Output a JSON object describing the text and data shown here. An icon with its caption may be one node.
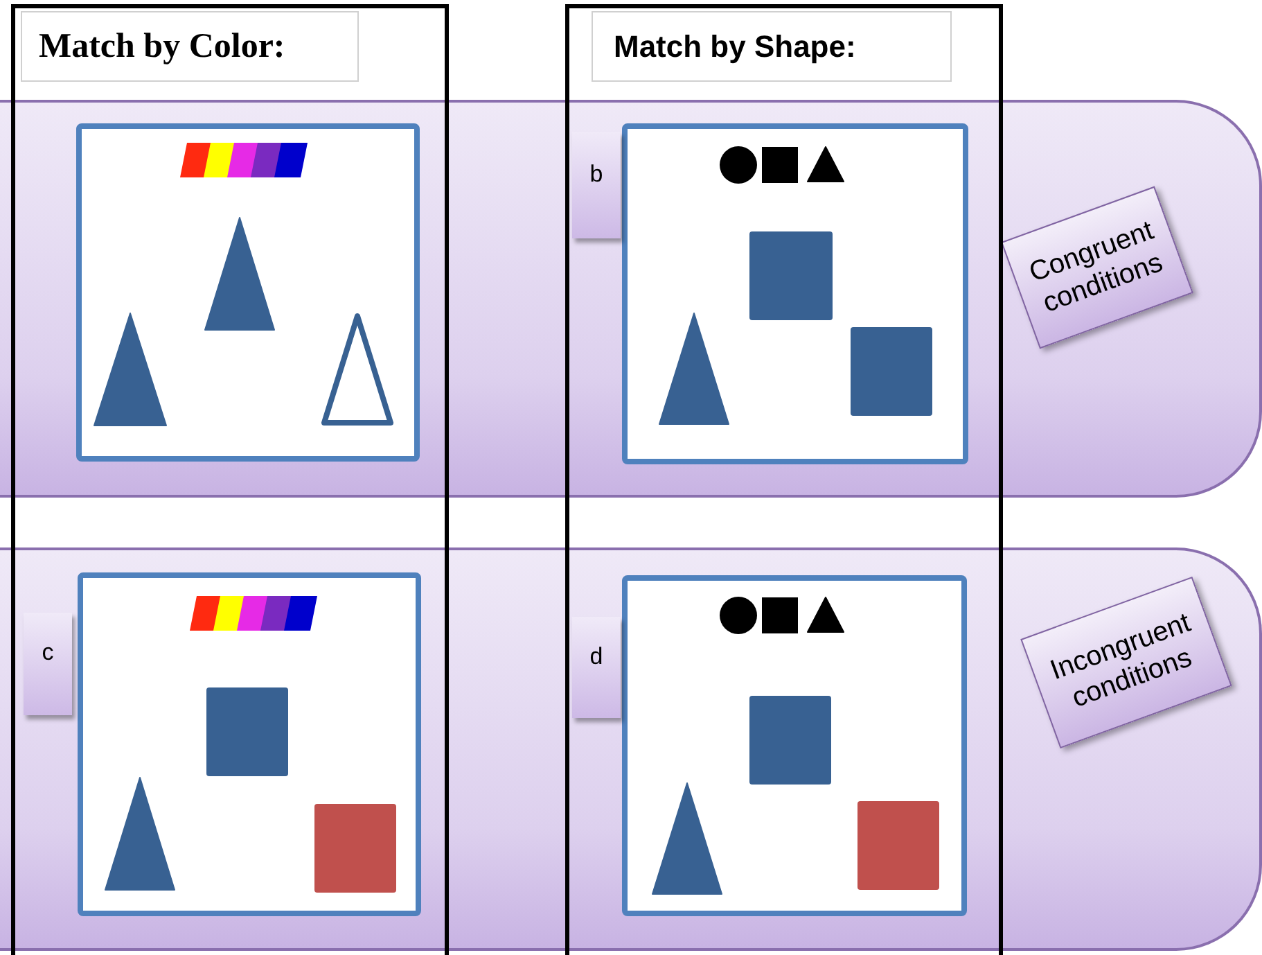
{
  "diagram": {
    "nodes": [
      {
        "text": [
          "Match by Color:"
        ]
      },
      {
        "text": [
          "Match by Shape:"
        ]
      },
      {
        "text": [],
        "shape": "box"
      },
      {
        "text": [
          "b"
        ]
      },
      {
        "text": [
          "Congruent conditions"
        ],
        "in": 2
      },
      {
        "text": [],
        "shape": "box"
      },
      {
        "text": [
          "c"
        ]
      },
      {
        "text": [
          "d"
        ]
      },
      {
        "text": [
          "Incongruent conditions"
        ],
        "in": 5
      }
    ]
  }
}
